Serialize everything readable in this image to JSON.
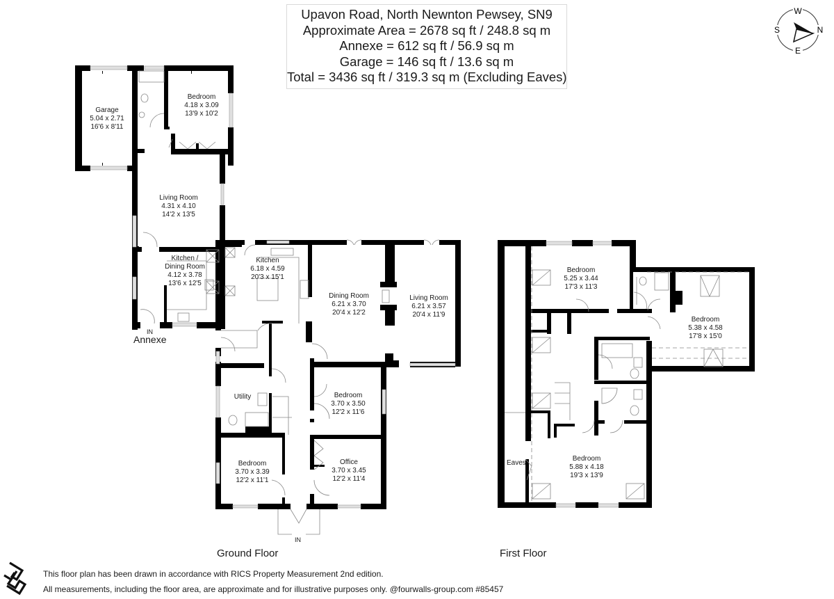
{
  "header": {
    "address": "Upavon Road, North Newnton Pewsey, SN9",
    "approx_area": "Approximate Area = 2678 sq ft / 248.8 sq m",
    "annexe_area": "Annexe = 612 sq ft / 56.9 sq m",
    "garage_area": "Garage = 146 sq ft / 13.6 sq m",
    "total_area": "Total = 3436 sq ft / 319.3 sq m (Excluding Eaves)"
  },
  "compass": {
    "n": "N",
    "s": "S",
    "e": "E",
    "w": "W"
  },
  "annexe": {
    "label": "Annexe",
    "entrance": "IN",
    "rooms": [
      {
        "name": "Garage",
        "metric": "5.04 x 2.71",
        "imperial": "16'6 x 8'11"
      },
      {
        "name": "Bedroom",
        "metric": "4.18 x 3.09",
        "imperial": "13'9 x 10'2"
      },
      {
        "name": "Living Room",
        "metric": "4.31 x 4.10",
        "imperial": "14'2 x 13'5"
      },
      {
        "name": "Kitchen /",
        "name2": "Dining Room",
        "metric": "4.12 x 3.78",
        "imperial": "13'6 x 12'5"
      }
    ]
  },
  "ground_floor": {
    "label": "Ground Floor",
    "entrance": "IN",
    "rooms": [
      {
        "name": "Kitchen",
        "metric": "6.18 x 4.59",
        "imperial": "20'3 x 15'1"
      },
      {
        "name": "Dining Room",
        "metric": "6.21 x 3.70",
        "imperial": "20'4 x 12'2"
      },
      {
        "name": "Living Room",
        "metric": "6.21 x 3.57",
        "imperial": "20'4 x 11'9"
      },
      {
        "name": "Utility"
      },
      {
        "name": "Bedroom",
        "metric": "3.70 x 3.50",
        "imperial": "12'2 x 11'6"
      },
      {
        "name": "Bedroom",
        "metric": "3.70 x 3.39",
        "imperial": "12'2 x 11'1"
      },
      {
        "name": "Office",
        "metric": "3.70 x 3.45",
        "imperial": "12'2 x 11'4"
      }
    ]
  },
  "first_floor": {
    "label": "First Floor",
    "eaves": "Eaves",
    "rooms": [
      {
        "name": "Bedroom",
        "metric": "5.25 x 3.44",
        "imperial": "17'3 x 11'3"
      },
      {
        "name": "Bedroom",
        "metric": "5.38 x 4.58",
        "imperial": "17'8 x 15'0"
      },
      {
        "name": "Bedroom",
        "metric": "5.88 x 4.18",
        "imperial": "19'3 x 13'9"
      }
    ]
  },
  "footer": {
    "line1": "This floor plan has been drawn in accordance with RICS Property Measurement 2nd edition.",
    "line2": "All measurements, including the floor area, are approximate and for illustrative purposes only. @fourwalls-group.com #85457"
  },
  "colors": {
    "wall": "#000000",
    "window": "#d9d9d9",
    "fixture": "#9a9a9a",
    "text": "#1a1a1a"
  }
}
